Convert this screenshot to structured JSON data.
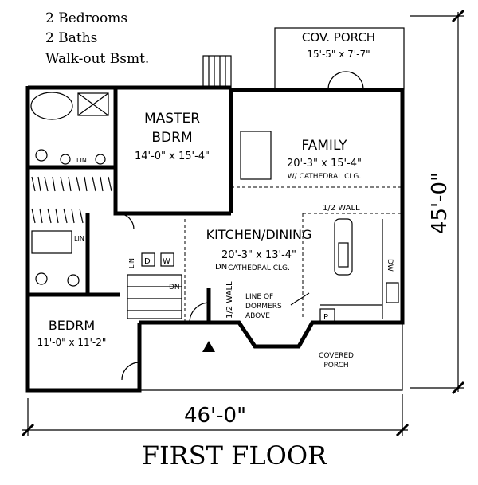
{
  "notes": [
    "2 Bedrooms",
    "2 Baths",
    "Walk-out Bsmt."
  ],
  "rooms": {
    "porch_top": {
      "name": "COV. PORCH",
      "size": "15'-5\" x 7'-7\""
    },
    "master": {
      "name1": "MASTER",
      "name2": "BDRM",
      "size": "14'-0\" x 15'-4\""
    },
    "family": {
      "name": "FAMILY",
      "size": "20'-3\" x 15'-4\"",
      "note": "W/ CATHEDRAL CLG."
    },
    "kitchen": {
      "name": "KITCHEN/DINING",
      "size": "20'-3\" x 13'-4\"",
      "note": "CATHEDRAL CLG."
    },
    "bedroom": {
      "name": "BEDRM",
      "size": "11'-0\" x 11'-2\""
    },
    "covered_porch": {
      "line1": "COVERED",
      "line2": "PORCH"
    }
  },
  "labels": {
    "half_wall_top": "1/2 WALL",
    "half_wall_side": "1/2 WALL",
    "dormers": [
      "LINE OF",
      "DORMERS",
      "ABOVE"
    ],
    "lin1": "LIN",
    "lin2": "LIN",
    "lin3": "LIN",
    "dryer": "D",
    "washer": "W",
    "dn1": "DN",
    "dn2": "DN",
    "dw": "DW",
    "pantry": "P"
  },
  "dimensions": {
    "width": "46'-0\"",
    "depth": "45'-0\""
  },
  "title": "FIRST FLOOR"
}
